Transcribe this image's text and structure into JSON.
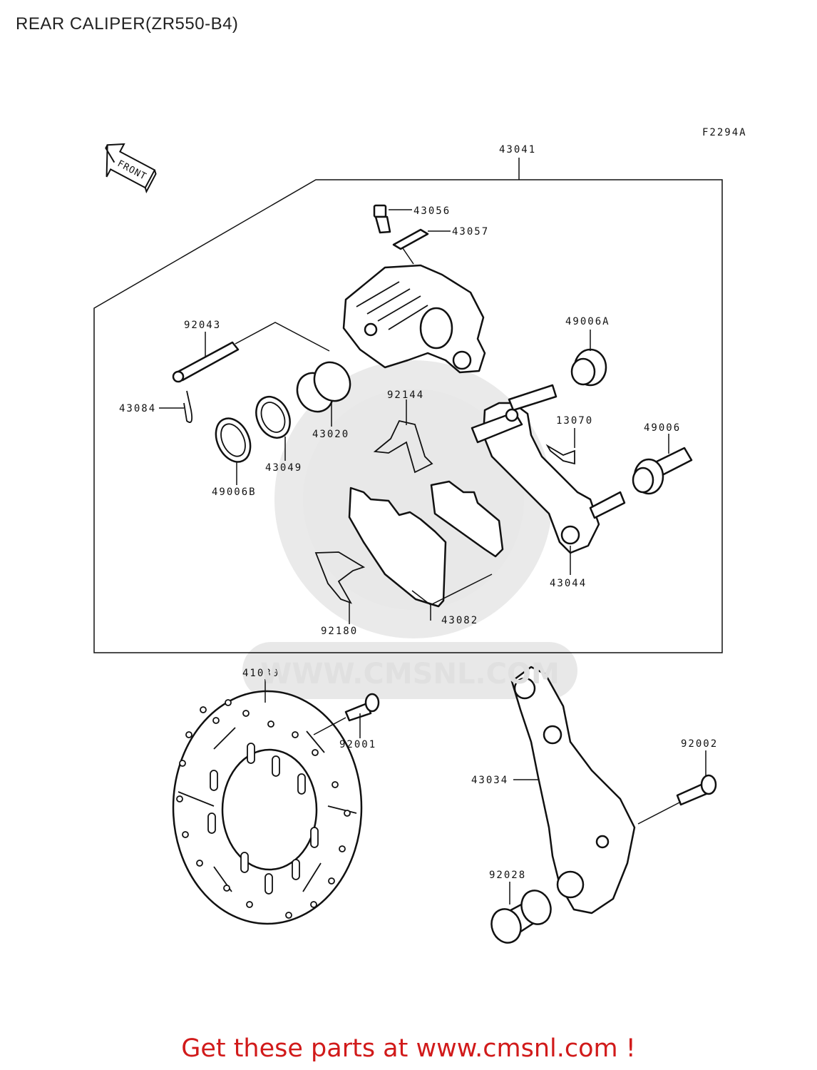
{
  "title": "REAR CALIPER(ZR550-B4)",
  "figure_code": "F2294A",
  "front_label": "FRONT",
  "watermark": "WWW.CMSNL.COM",
  "footer": "Get these parts at www.cmsnl.com !",
  "parts": {
    "p43041": "43041",
    "p43056": "43056",
    "p43057": "43057",
    "p92043": "92043",
    "p49006A": "49006A",
    "p43084": "43084",
    "p92144": "92144",
    "p43020": "43020",
    "p13070": "13070",
    "p49006": "49006",
    "p43049": "43049",
    "p49006B": "49006B",
    "p43044": "43044",
    "p43082": "43082",
    "p92180": "92180",
    "p41080": "41080",
    "p92001": "92001",
    "p92002": "92002",
    "p43034": "43034",
    "p92028": "92028"
  }
}
